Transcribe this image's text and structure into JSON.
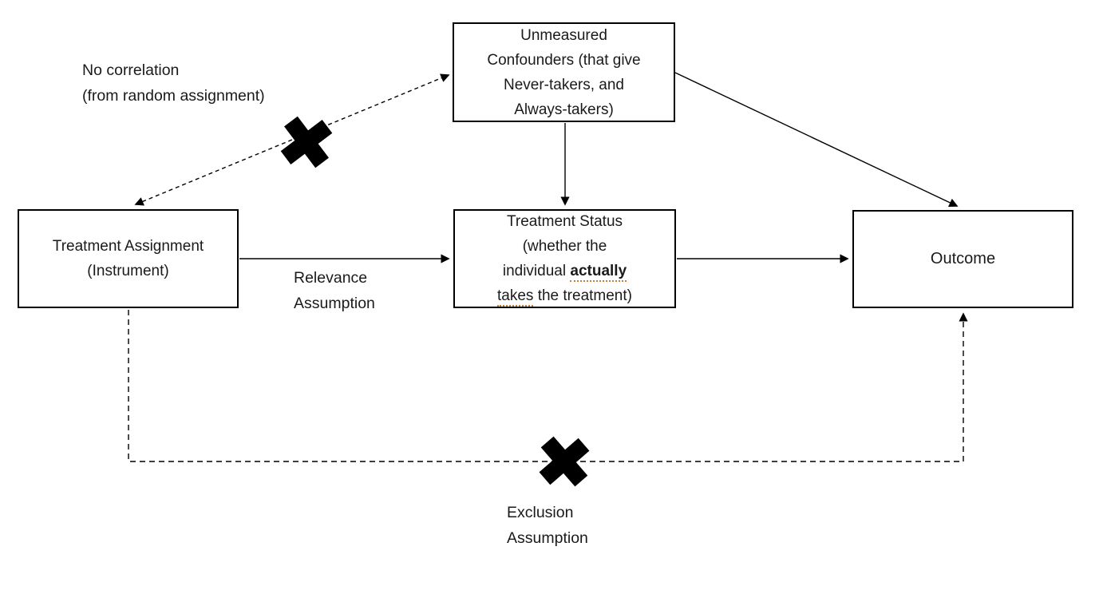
{
  "diagram": {
    "background_color": "#ffffff",
    "line_color": "#000000",
    "squiggle_color": "#c17e3a",
    "nodes": {
      "confounders": {
        "line1": "Unmeasured",
        "line2": "Confounders (that give",
        "line3": "Never-takers, and",
        "line4": "Always-takers)"
      },
      "assignment": {
        "line1": "Treatment Assignment",
        "line2": "(Instrument)"
      },
      "status": {
        "line1": "Treatment Status",
        "line2": "(whether the",
        "line3_prefix": "individual",
        "line3_bold": "actually",
        "line4_underlined": "takes",
        "line4_suffix": "the treatment)"
      },
      "outcome": {
        "label": "Outcome"
      }
    },
    "labels": {
      "no_correlation": {
        "line1": "No correlation",
        "line2": "(from random assignment)"
      },
      "relevance": {
        "line1": "Relevance",
        "line2": "Assumption"
      },
      "exclusion": {
        "line1": "Exclusion",
        "line2": "Assumption"
      }
    },
    "edges": {
      "confounders_assignment": "dashed double-headed arrow, crossed out",
      "confounders_status": "solid arrow down",
      "confounders_outcome": "solid diagonal arrow",
      "assignment_status": "solid arrow right",
      "status_outcome": "solid arrow right",
      "assignment_outcome": "dashed elbow arrow, crossed out"
    }
  }
}
